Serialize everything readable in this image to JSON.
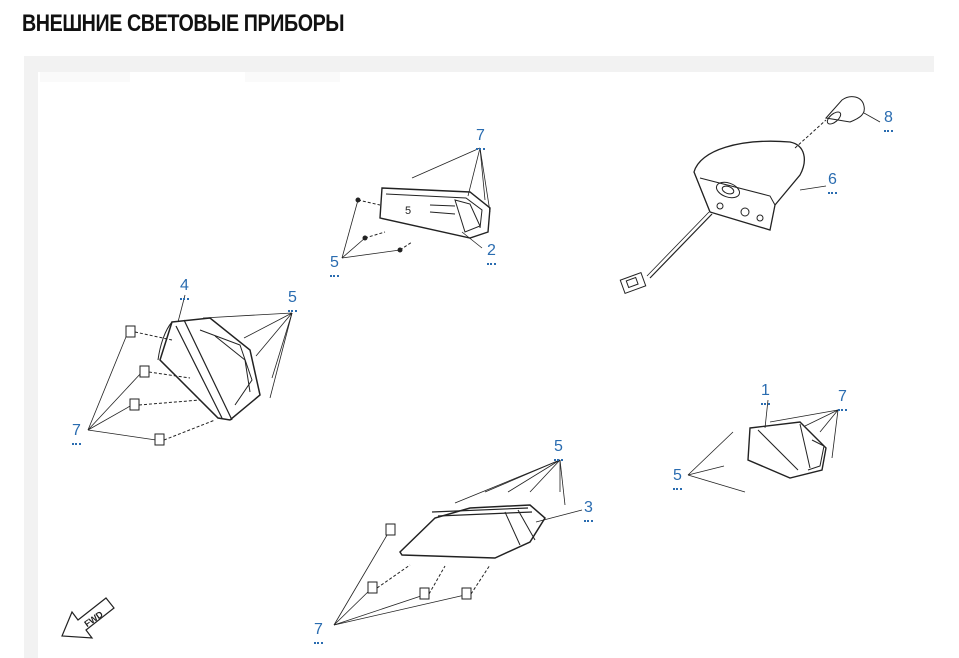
{
  "page": {
    "title": "ВНЕШНИЕ СВЕТОВЫЕ ПРИБОРЫ"
  },
  "diagram": {
    "callouts": {
      "c7_top": "7",
      "c2": "2",
      "c5_top": "5",
      "c8": "8",
      "c6": "6",
      "c4": "4",
      "c5_left": "5",
      "c7_left": "7",
      "c1": "1",
      "c7_right": "7",
      "c5_right": "5",
      "c5_bottom": "5",
      "c3": "3",
      "c7_bottom": "7"
    },
    "fwd_label": "FWD",
    "part_embossed": "5"
  },
  "colors": {
    "callout": "#2a6cb0",
    "line": "#222222"
  }
}
